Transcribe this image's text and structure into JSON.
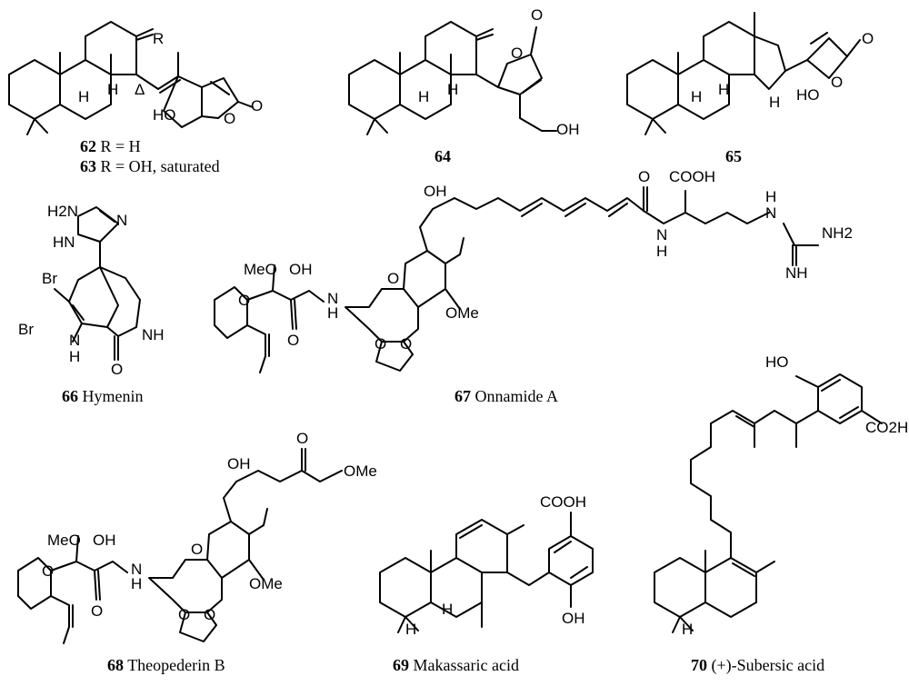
{
  "compounds": [
    {
      "number": "62",
      "caption": "R = H"
    },
    {
      "number": "63",
      "caption": "R = OH, saturated"
    },
    {
      "number": "64",
      "caption": ""
    },
    {
      "number": "65",
      "caption": ""
    },
    {
      "number": "66",
      "caption": "Hymenin"
    },
    {
      "number": "67",
      "caption": "Onnamide A"
    },
    {
      "number": "68",
      "caption": "Theopederin B"
    },
    {
      "number": "69",
      "caption": "Makassaric acid"
    },
    {
      "number": "70",
      "caption": "(+)-Subersic acid"
    }
  ],
  "atom_labels": {
    "R": "R",
    "delta": "Δ",
    "H": "H",
    "O": "O",
    "HO": "HO",
    "OH": "OH",
    "H2N": "H2N",
    "N": "N",
    "HN": "HN",
    "NH": "NH",
    "Br": "Br",
    "MeO": "MeO",
    "OMe": "OMe",
    "COOH": "COOH",
    "NH2": "NH2",
    "CO2H": "CO2H"
  }
}
